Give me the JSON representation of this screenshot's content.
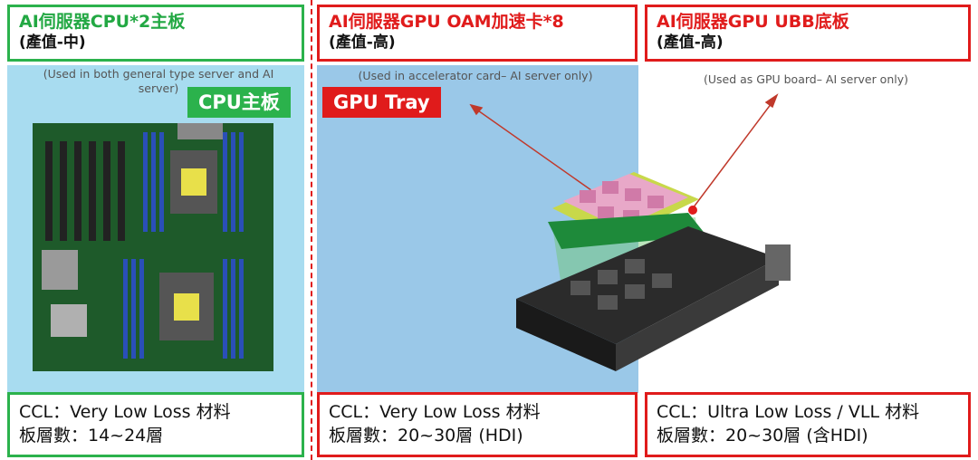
{
  "panels": [
    {
      "title": "AI伺服器CPU*2主板",
      "subtitle": "(產值-中)",
      "note": "(Used in both general type server and AI server)",
      "tag": "CPU主板",
      "spec_line1": "CCL：Very Low Loss 材料",
      "spec_line2": "板層數：14~24層"
    },
    {
      "title": "AI伺服器GPU OAM加速卡*8",
      "subtitle": "(產值-高)",
      "note": "(Used in accelerator card– AI server only)",
      "tag": "GPU Tray",
      "spec_line1": "CCL：Very Low Loss 材料",
      "spec_line2": "板層數：20~30層 (HDI)"
    },
    {
      "title": "AI伺服器GPU UBB底板",
      "subtitle": "(產值-高)",
      "note": "(Used as GPU board– AI server only)",
      "spec_line1": "CCL：Ultra Low Loss / VLL 材料",
      "spec_line2": "板層數：20~30層 (含HDI)"
    }
  ],
  "colors": {
    "green": "#2bb24c",
    "red": "#e01b1b",
    "panel_blue": "#a8dcf0"
  }
}
